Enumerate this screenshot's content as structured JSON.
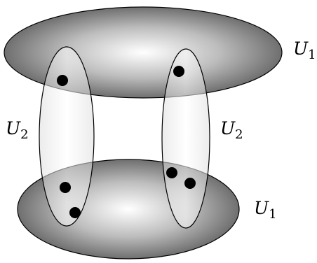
{
  "labels": {
    "top_right": {
      "main": "U",
      "sub": "1"
    },
    "bottom_right": {
      "main": "U",
      "sub": "1"
    },
    "left": {
      "main": "U",
      "sub": "2"
    },
    "right": {
      "main": "U",
      "sub": "2"
    }
  },
  "colors": {
    "ellipse_center": "#ffffff",
    "ellipse_edge": "#6f6f6f",
    "vertical_fill": "#f5f5f5",
    "stroke": "#000000",
    "point": "#000000"
  }
}
